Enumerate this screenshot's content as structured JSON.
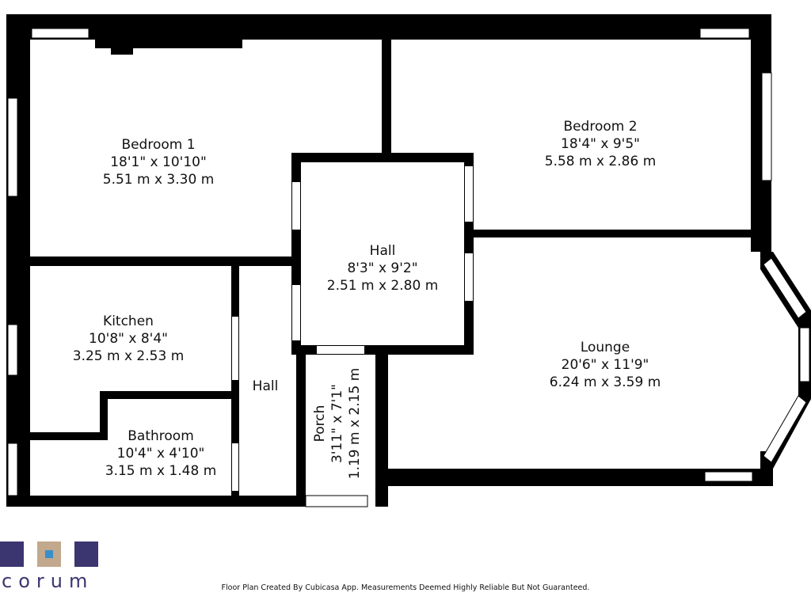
{
  "rooms": {
    "bedroom1": {
      "name": "Bedroom 1",
      "imperial": "18'1\" x 10'10\"",
      "metric": "5.51 m x 3.30 m"
    },
    "bedroom2": {
      "name": "Bedroom 2",
      "imperial": "18'4\" x 9'5\"",
      "metric": "5.58 m x 2.86 m"
    },
    "hall_main": {
      "name": "Hall",
      "imperial": "8'3\" x 9'2\"",
      "metric": "2.51 m x 2.80 m"
    },
    "kitchen": {
      "name": "Kitchen",
      "imperial": "10'8\" x 8'4\"",
      "metric": "3.25 m x 2.53 m"
    },
    "lounge": {
      "name": "Lounge",
      "imperial": "20'6\" x 11'9\"",
      "metric": "6.24 m x 3.59 m"
    },
    "hall_small": {
      "name": "Hall"
    },
    "porch": {
      "name": "Porch",
      "imperial": "3'11\" x 7'1\"",
      "metric": "1.19 m x 2.15 m"
    },
    "bathroom": {
      "name": "Bathroom",
      "imperial": "10'4\" x 4'10\"",
      "metric": "3.15 m x 1.48 m"
    }
  },
  "branding": {
    "logo_text": "corum",
    "colors": {
      "purple": "#3b3670",
      "tan": "#c2a88c",
      "blue": "#3a8fc8"
    }
  },
  "disclaimer": "Floor Plan Created By Cubicasa App. Measurements Deemed Highly Reliable But Not Guaranteed."
}
